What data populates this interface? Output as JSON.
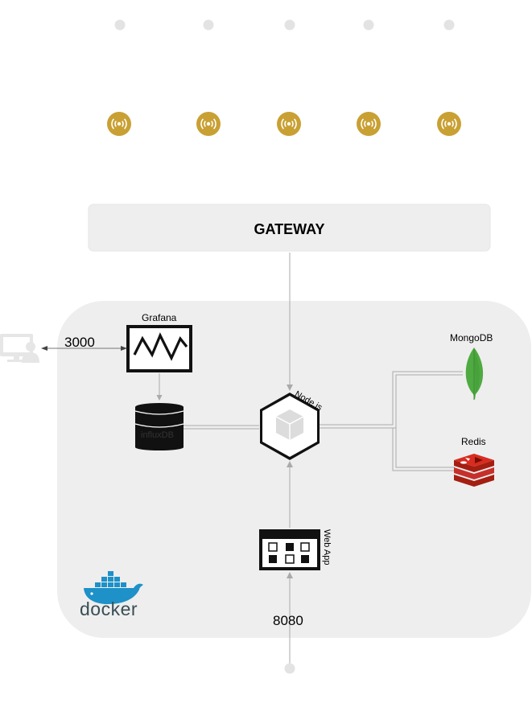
{
  "gateway": {
    "label": "GATEWAY"
  },
  "services": {
    "grafana": "Grafana",
    "influxdb": "influxDB",
    "nodejs": "Node.js",
    "mongodb": "MongoDB",
    "redis": "Redis",
    "webapp": "Web App"
  },
  "ports": {
    "grafana": "3000",
    "webapp": "8080"
  },
  "docker": {
    "label": "docker"
  },
  "sensors": {
    "count": 5
  },
  "colors": {
    "sensor": "#c9a033",
    "dot": "#e0e0e0",
    "panel": "#eeeeee",
    "line": "#b0b0b0",
    "mongo": "#4faa41",
    "redis": "#c6302b",
    "docker": "#1d91c8",
    "docker_text": "#394d54"
  }
}
